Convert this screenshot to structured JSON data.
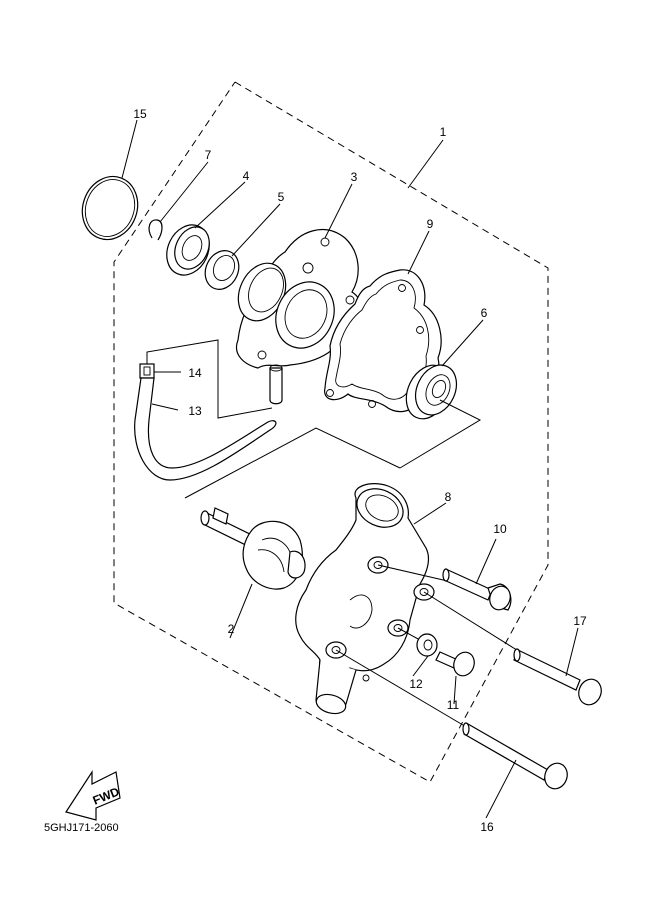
{
  "diagram": {
    "part_labels": {
      "p1": "1",
      "p2": "2",
      "p3": "3",
      "p4": "4",
      "p5": "5",
      "p6": "6",
      "p7": "7",
      "p8": "8",
      "p9": "9",
      "p10": "10",
      "p11": "11",
      "p12": "12",
      "p13": "13",
      "p14": "14",
      "p15": "15",
      "p16": "16",
      "p17": "17"
    },
    "fwd_label": "FWD",
    "catalog_code": "5GHJ171-2060"
  }
}
